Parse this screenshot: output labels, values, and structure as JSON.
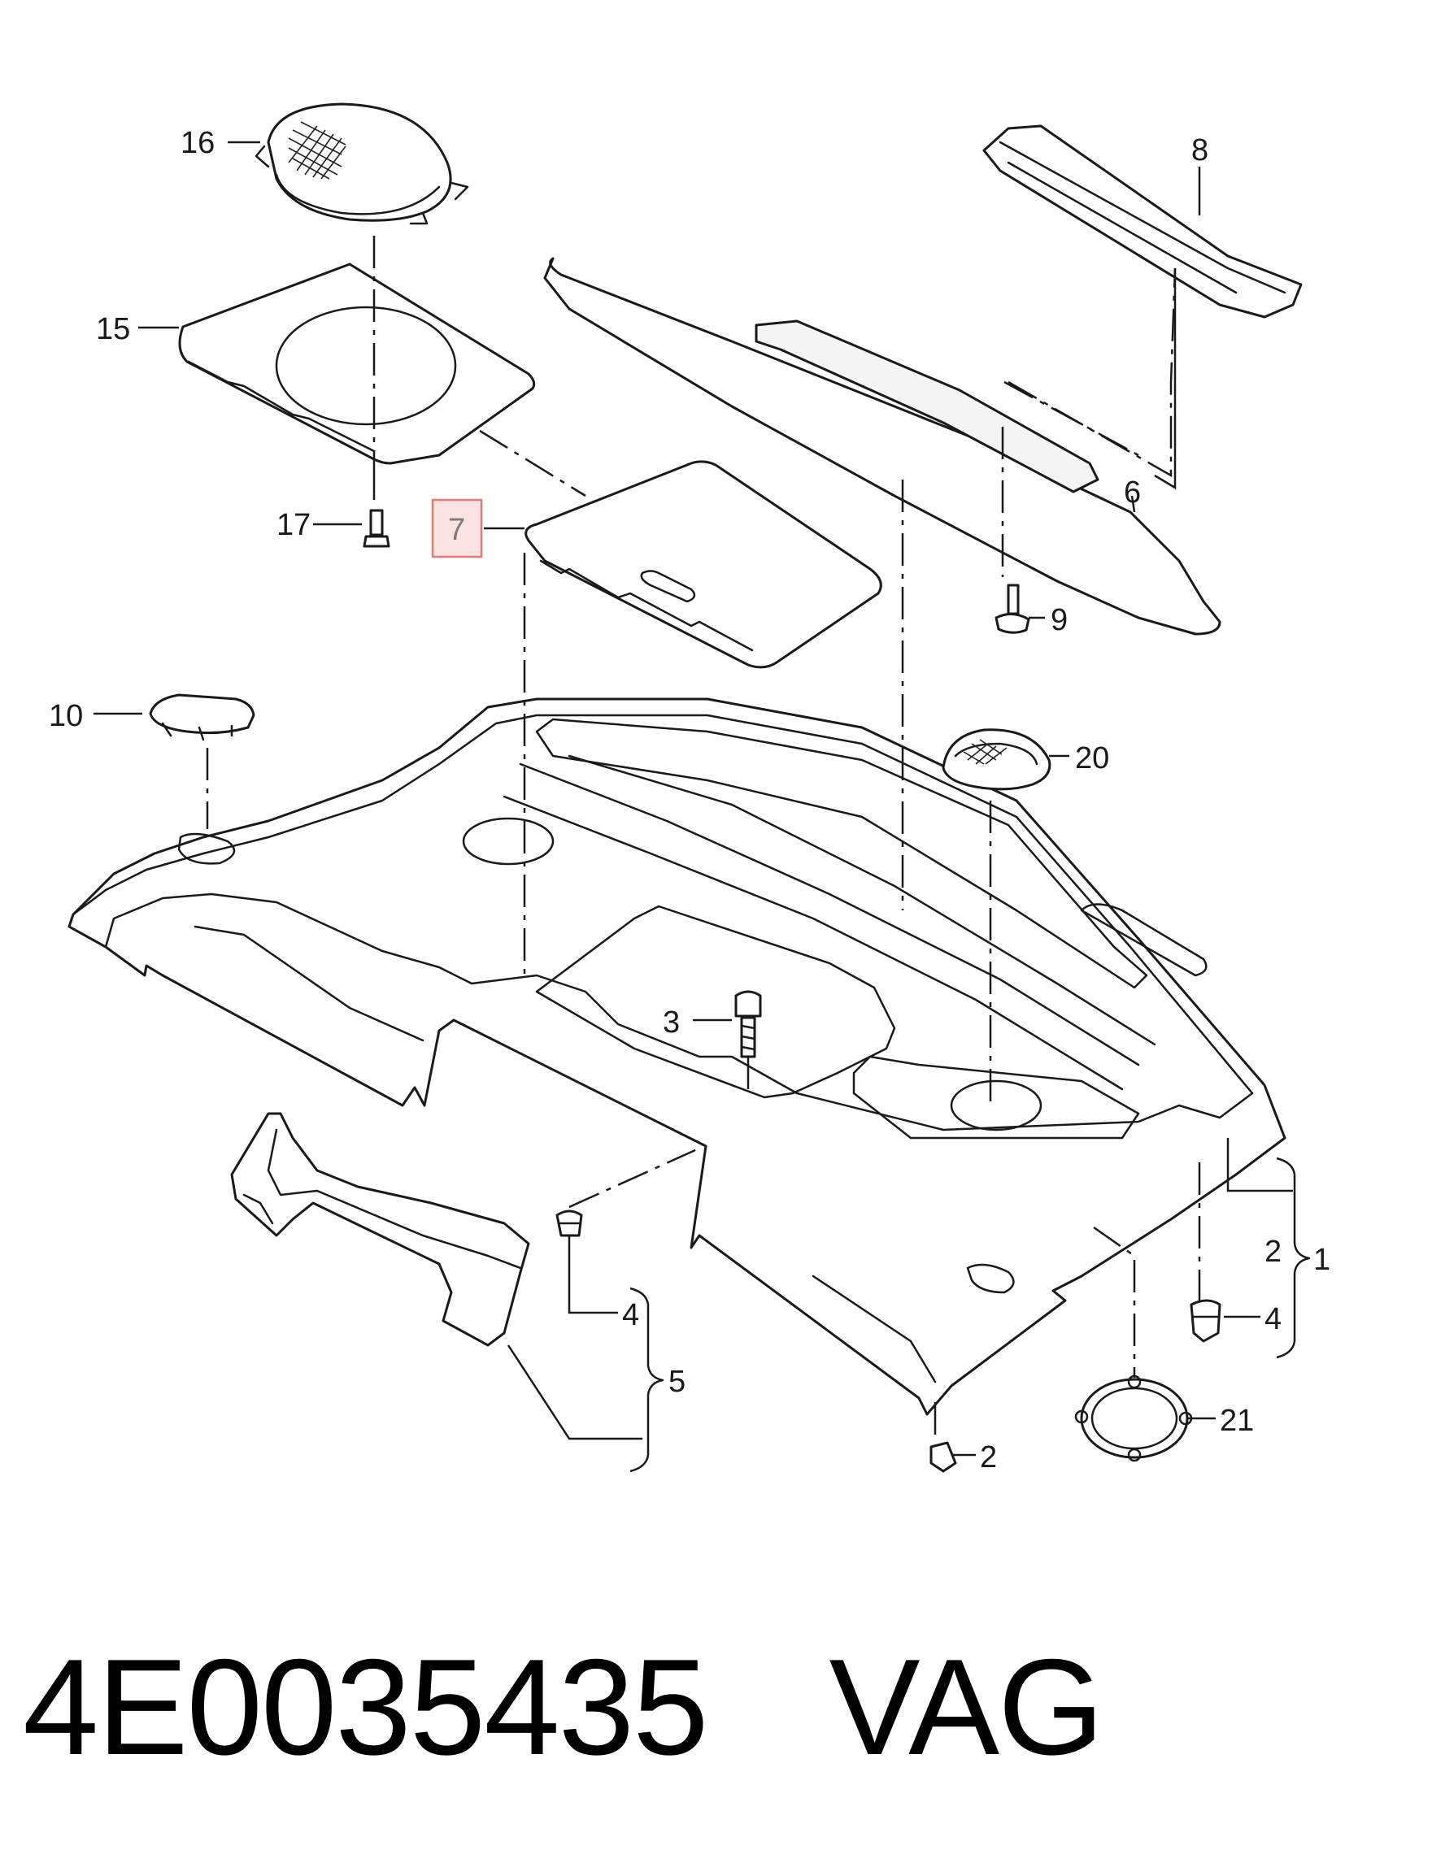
{
  "callouts": {
    "c1": "1",
    "c2a": "2",
    "c2b": "2",
    "c3": "3",
    "c4a": "4",
    "c4b": "4",
    "c5": "5",
    "c6": "6",
    "c7": "7",
    "c8": "8",
    "c9": "9",
    "c10": "10",
    "c15": "15",
    "c16": "16",
    "c17": "17",
    "c20": "20",
    "c21": "21"
  },
  "highlight": {
    "part": "7",
    "color": "#e47a7a"
  },
  "footer": {
    "part_number": "4E0035435",
    "brand": "VAG"
  }
}
